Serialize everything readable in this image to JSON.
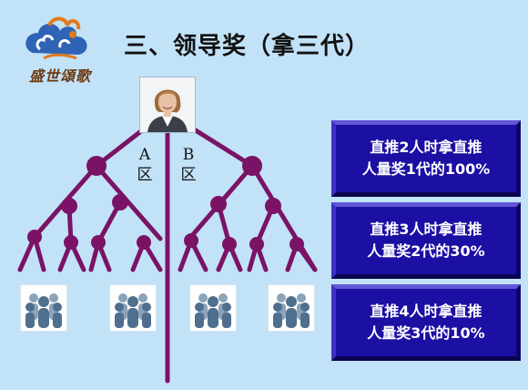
{
  "logo": {
    "text": "盛世頌歌",
    "icon": "swirl-cloud-emblem"
  },
  "title": "三、领导奖（拿三代）",
  "avatar": {
    "icon": "businesswoman-portrait"
  },
  "zones": {
    "a": {
      "letter": "A",
      "char": "区"
    },
    "b": {
      "letter": "B",
      "char": "区"
    }
  },
  "groups": {
    "icon": "people-group-icon",
    "count": 4
  },
  "info_boxes": [
    {
      "text": "直推2人时拿直推\n人量奖1代的100%"
    },
    {
      "text": "直推3人时拿直推\n人量奖2代的30%"
    },
    {
      "text": "直推4人时拿直推\n人量奖3代的10%"
    }
  ],
  "colors": {
    "background": "#c2e2f7",
    "tree": "#7a1366",
    "box": "#1c0fa3",
    "box_text": "#ffffff"
  }
}
